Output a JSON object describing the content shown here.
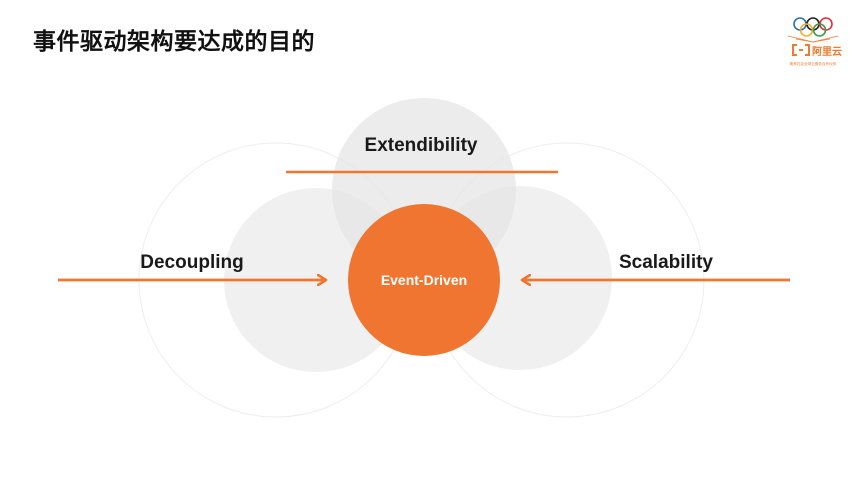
{
  "title": "事件驱动架构要达成的目的",
  "logo": {
    "brand_text": "阿里云",
    "tagline": "奥林匹克全球云服务合作伙伴",
    "accent_color": "#F07A2E"
  },
  "diagram": {
    "center_label": "Event-Driven",
    "top_label": "Extendibility",
    "left_label": "Decoupling",
    "right_label": "Scalability",
    "accent_color": "#EF7530",
    "soft_circle_color": "#EDEDED"
  }
}
